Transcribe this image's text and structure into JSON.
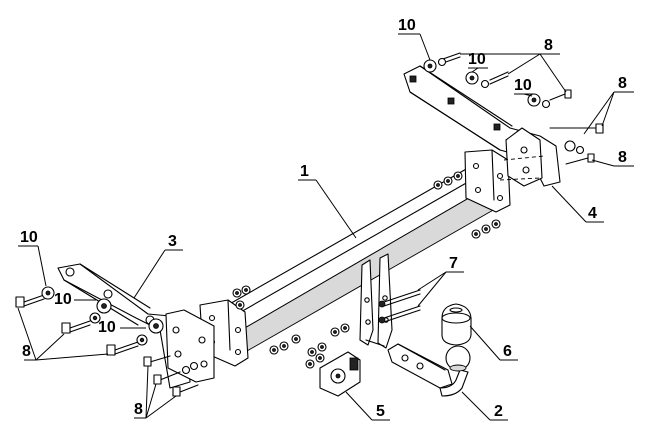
{
  "diagram": {
    "callouts": {
      "c1": "1",
      "c2": "2",
      "c3": "3",
      "c4": "4",
      "c5": "5",
      "c6": "6",
      "c7": "7",
      "c8a": "8",
      "c8b": "8",
      "c8c": "8",
      "c8d": "8",
      "c8e": "8",
      "c10a": "10",
      "c10b": "10",
      "c10c": "10",
      "c10d": "10",
      "c10e": "10",
      "c10f": "10"
    }
  }
}
